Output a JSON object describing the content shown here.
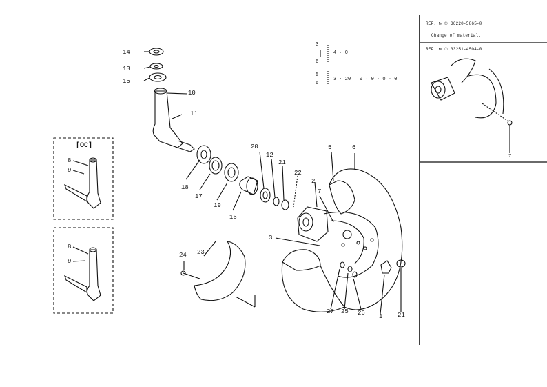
{
  "parts": {
    "p1": "1",
    "p2": "2",
    "p3": "3",
    "p5": "5",
    "p6": "6",
    "p7": "7",
    "p8": "8",
    "p9": "9",
    "p10": "10",
    "p11": "11",
    "p12": "12",
    "p13": "13",
    "p14": "14",
    "p15": "15",
    "p16": "16",
    "p17": "17",
    "p18": "18",
    "p19": "19",
    "p20": "20",
    "p21": "21",
    "p22": "22",
    "p23": "23",
    "p24": "24",
    "p25": "25",
    "p26": "26",
    "p27": "27"
  },
  "inset": {
    "title": "[OC]"
  },
  "legend": {
    "a": "3",
    "b": "6",
    "c": "4 · 0",
    "d": "5",
    "e": "6",
    "f": "3 · 20 · 0 · 0 · 0 · 0"
  },
  "sidebar": {
    "ref1": "REF. № ① 36220-5865-0",
    "ref1_note": "Change of material.",
    "ref2": "REF. № ⑦ 33251-4504-0",
    "ref2_part": "7"
  },
  "colors": {
    "line": "#111111",
    "background": "#ffffff"
  }
}
